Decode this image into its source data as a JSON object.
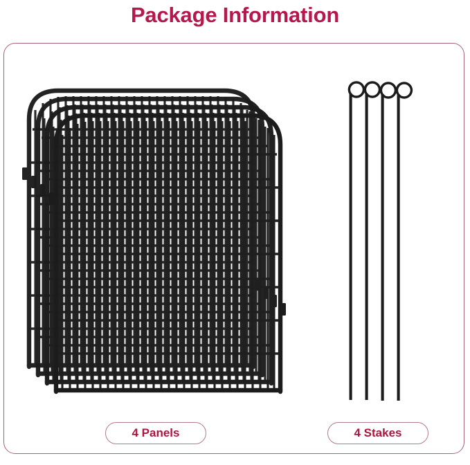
{
  "header": {
    "title": "Package Information",
    "title_color": "#b5184c"
  },
  "card": {
    "border_color": "#a8607c",
    "background_color": "#ffffff"
  },
  "badges": [
    {
      "name": "panels",
      "label": "4 Panels",
      "count": 4,
      "item": "Panels",
      "text_color": "#a8173f",
      "border_color": "#b07a90"
    },
    {
      "name": "stakes",
      "label": "4 Stakes",
      "count": 4,
      "item": "Stakes",
      "text_color": "#a8173f",
      "border_color": "#b07a90"
    }
  ],
  "illustration": {
    "metal_color": "#1c1c1c",
    "panels": {
      "icon": "fence-panel-stack-icon",
      "count": 4,
      "description": "Stack of four black metal wire mesh fence panels with rounded top corners and hinge tabs"
    },
    "stakes": {
      "icon": "ground-stake-icon",
      "count": 4,
      "description": "Four black metal ground stakes with looped P-shaped tops"
    }
  }
}
